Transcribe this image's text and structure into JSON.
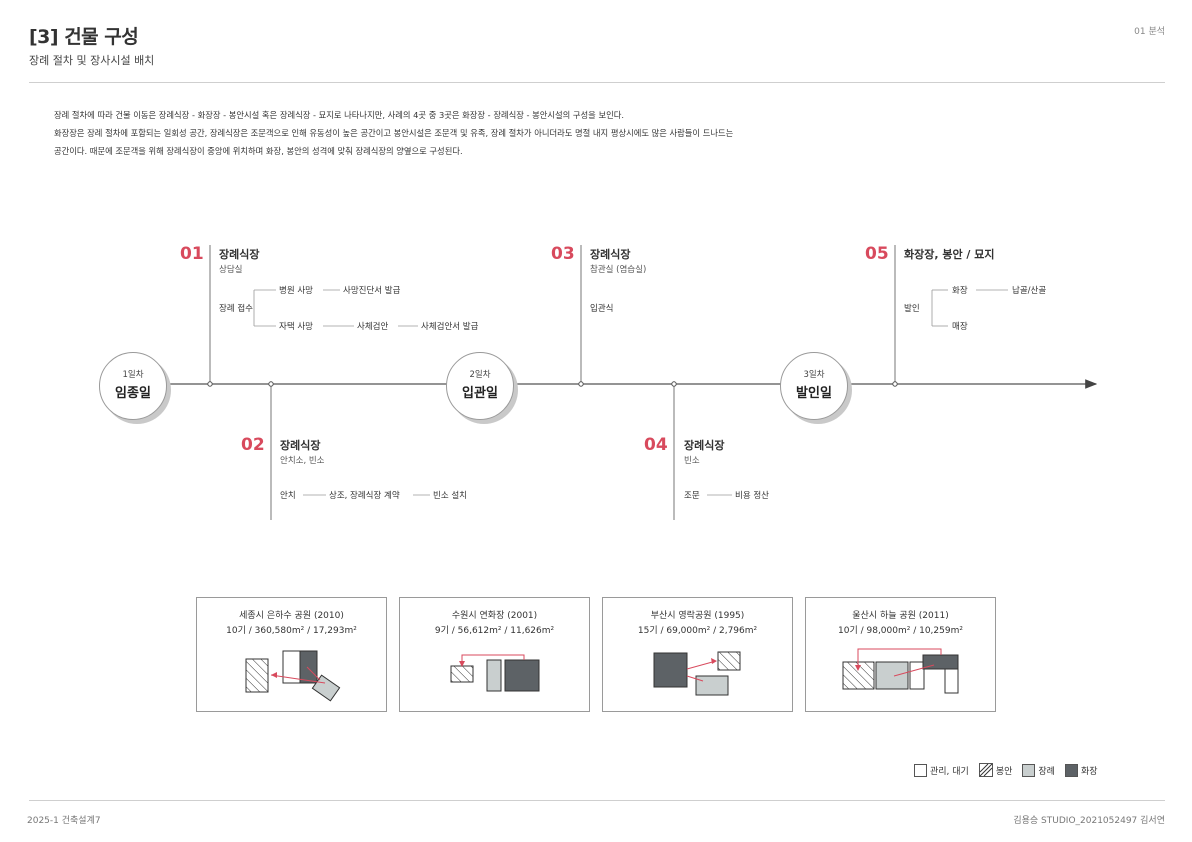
{
  "header": {
    "title": "[3] 건물 구성",
    "subtitle": "장례 절차 및 장사시설 배치",
    "page_label": "01 분석"
  },
  "intro": [
    "장례 절차에 따라 건물 이동은 장례식장 - 화장장 - 봉안시설 혹은 장례식장 - 묘지로 나타나지만, 사례의 4곳 중 3곳은 화장장 - 장례식장 - 봉안시설의 구성을 보인다.",
    "화장장은 장례 절차에 포함되는 일회성 공간, 장례식장은 조문객으로 인해 유동성이 높은 공간이고 봉안시설은 조문객 및 유족, 장례 절차가 아니더라도 명절 내지 평상시에도 많은 사람들이 드나드는",
    "공간이다. 때문에 조문객을 위해 장례식장이 중앙에 위치하며 화장, 봉안의 성격에 맞춰 장례식장의 양옆으로 구성된다."
  ],
  "days": [
    {
      "label": "1일차",
      "name": "임종일"
    },
    {
      "label": "2일차",
      "name": "입관일"
    },
    {
      "label": "3일차",
      "name": "발인일"
    }
  ],
  "steps": {
    "s01": {
      "num": "01",
      "title": "장례식장",
      "sub": "상담실",
      "root": "장례 접수",
      "branch1": [
        "병원 사망",
        "사망진단서 발급"
      ],
      "branch2": [
        "자택 사망",
        "사체검안",
        "사체검안서 발급"
      ]
    },
    "s02": {
      "num": "02",
      "title": "장례식장",
      "sub": "안치소, 빈소",
      "chain": [
        "안치",
        "상조, 장례식장 계약",
        "빈소 설치"
      ]
    },
    "s03": {
      "num": "03",
      "title": "장례식장",
      "sub": "참관실 (염습실)",
      "item": "입관식"
    },
    "s04": {
      "num": "04",
      "title": "장례식장",
      "sub": "빈소",
      "chain": [
        "조문",
        "비용 정산"
      ]
    },
    "s05": {
      "num": "05",
      "title": "화장장, 봉안 / 묘지",
      "root": "발인",
      "branch1": [
        "화장",
        "납골/산골"
      ],
      "branch2": [
        "매장"
      ]
    }
  },
  "cases": [
    {
      "title": "세종시 은하수 공원 (2010)",
      "stats": "10기 / 360,580m² / 17,293m²"
    },
    {
      "title": "수원시 연화장 (2001)",
      "stats": "9기 / 56,612m² / 11,626m²"
    },
    {
      "title": "부산시 영락공원 (1995)",
      "stats": "15기 / 69,000m² / 2,796m²"
    },
    {
      "title": "울산시 하늘 공원 (2011)",
      "stats": "10기 / 98,000m² / 10,259m²"
    }
  ],
  "legend": [
    {
      "label": "관리, 대기",
      "color": "#ffffff"
    },
    {
      "label": "봉안",
      "color": "hatch"
    },
    {
      "label": "장례",
      "color": "#c9cfcf"
    },
    {
      "label": "화장",
      "color": "#5d6266"
    }
  ],
  "colors": {
    "accent": "#d84a5d",
    "cremation": "#5d6266",
    "funeral": "#c9cfcf"
  },
  "footer": {
    "left": "2025-1 건축설계7",
    "right": "김용승 STUDIO_2021052497 김서연"
  }
}
